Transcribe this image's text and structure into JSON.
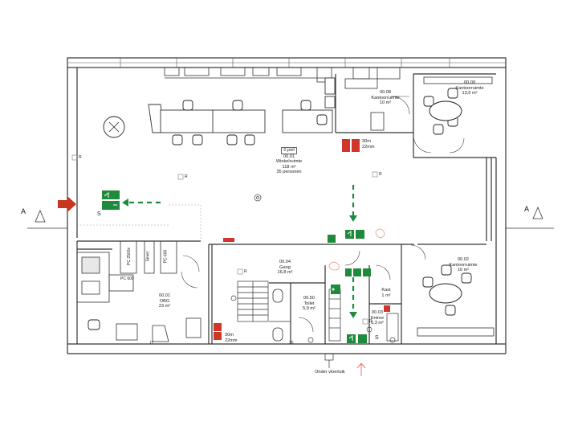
{
  "rooms": {
    "winkel": {
      "peil": "0 peil",
      "number": "00.01",
      "name": "Winkelruimte",
      "area": "118 m²",
      "persons": "35 personen"
    },
    "obg": {
      "number": "00.01",
      "name": "OBG",
      "area": "23 m²"
    },
    "gang": {
      "number": "00.04",
      "name": "Gang",
      "area": "16,8 m²"
    },
    "toilet": {
      "number": "00.50",
      "name": "Toilet",
      "area": "5,9 m²"
    },
    "kast": {
      "name": "Kast",
      "area": "1 m²"
    },
    "entree": {
      "number": "00.03",
      "name": "Entree",
      "area": "6,3 m²"
    },
    "kantoor08": {
      "number": "00.08",
      "name": "Kantoorruimte",
      "area": "10 m²"
    },
    "kantoor09": {
      "number": "00.09",
      "name": "Kantoorruimte",
      "area": "13,6 m²"
    },
    "kantoor02": {
      "number": "00.02",
      "name": "Kantoorruimte",
      "area": "16 m²"
    }
  },
  "extinguishers": {
    "top": {
      "length": "30m",
      "diameter": "22mm"
    },
    "bottom": {
      "length": "30m",
      "diameter": "22mm"
    }
  },
  "section_marks": {
    "left": "A",
    "right": "A"
  },
  "annotations": {
    "vloerluik": "Onder vloerluik",
    "racks": [
      "PC 2500x",
      "Sever",
      "PC 600",
      "PC 600"
    ],
    "sr_marks": [
      "R",
      "R",
      "R",
      "R",
      "R"
    ],
    "exit_sign_s": "S",
    "dash_labels": [
      "IT",
      "35"
    ]
  },
  "colors": {
    "walls": "#333333",
    "escape_green": "#1e8a3c",
    "fire_red": "#d1362a",
    "arrow_red": "#c9361f"
  }
}
